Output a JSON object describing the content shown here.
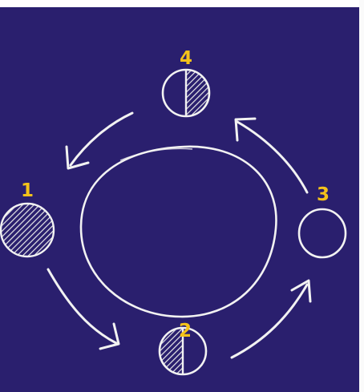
{
  "colors": {
    "board": "#2a1f6e",
    "chalk": "#f2f2f2",
    "label": "#f4c21a"
  },
  "labels": {
    "phase_1": "1",
    "phase_2": "2",
    "phase_3": "3",
    "phase_4": "4"
  }
}
